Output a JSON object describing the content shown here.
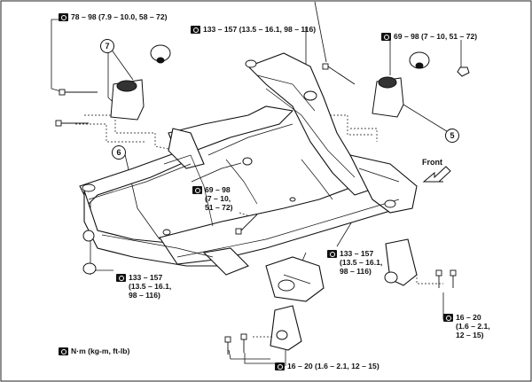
{
  "torque_labels": {
    "t1": {
      "line1": "78 – 98 (7.9 – 10.0, 58 – 72)"
    },
    "t2": {
      "line1": "133 – 157 (13.5 – 16.1, 98 – 116)"
    },
    "t3": {
      "line1": "69 – 98 (7 – 10, 51 – 72)"
    },
    "t4": {
      "line1": "69 – 98",
      "line2": "(7 – 10,",
      "line3": "51 – 72)"
    },
    "t5": {
      "line1": "133 – 157",
      "line2": "(13.5 – 16.1,",
      "line3": "98 – 116)"
    },
    "t6": {
      "line1": "133 – 157",
      "line2": "(13.5 – 16.1,",
      "line3": "98 – 116)"
    },
    "t7": {
      "line1": "16 – 20",
      "line2": "(1.6 – 2.1,",
      "line3": "12 – 15)"
    },
    "t8": {
      "line1": "16 – 20 (1.6 – 2.1, 12 – 15)"
    }
  },
  "units_legend": "N·m (kg-m, ft-lb)",
  "callouts": {
    "c5": "5",
    "c6": "6",
    "c7": "7"
  },
  "front_label": "Front",
  "icons": {
    "torque": "torque-wrench-icon",
    "front_arrow": "front-direction-arrow-icon"
  }
}
